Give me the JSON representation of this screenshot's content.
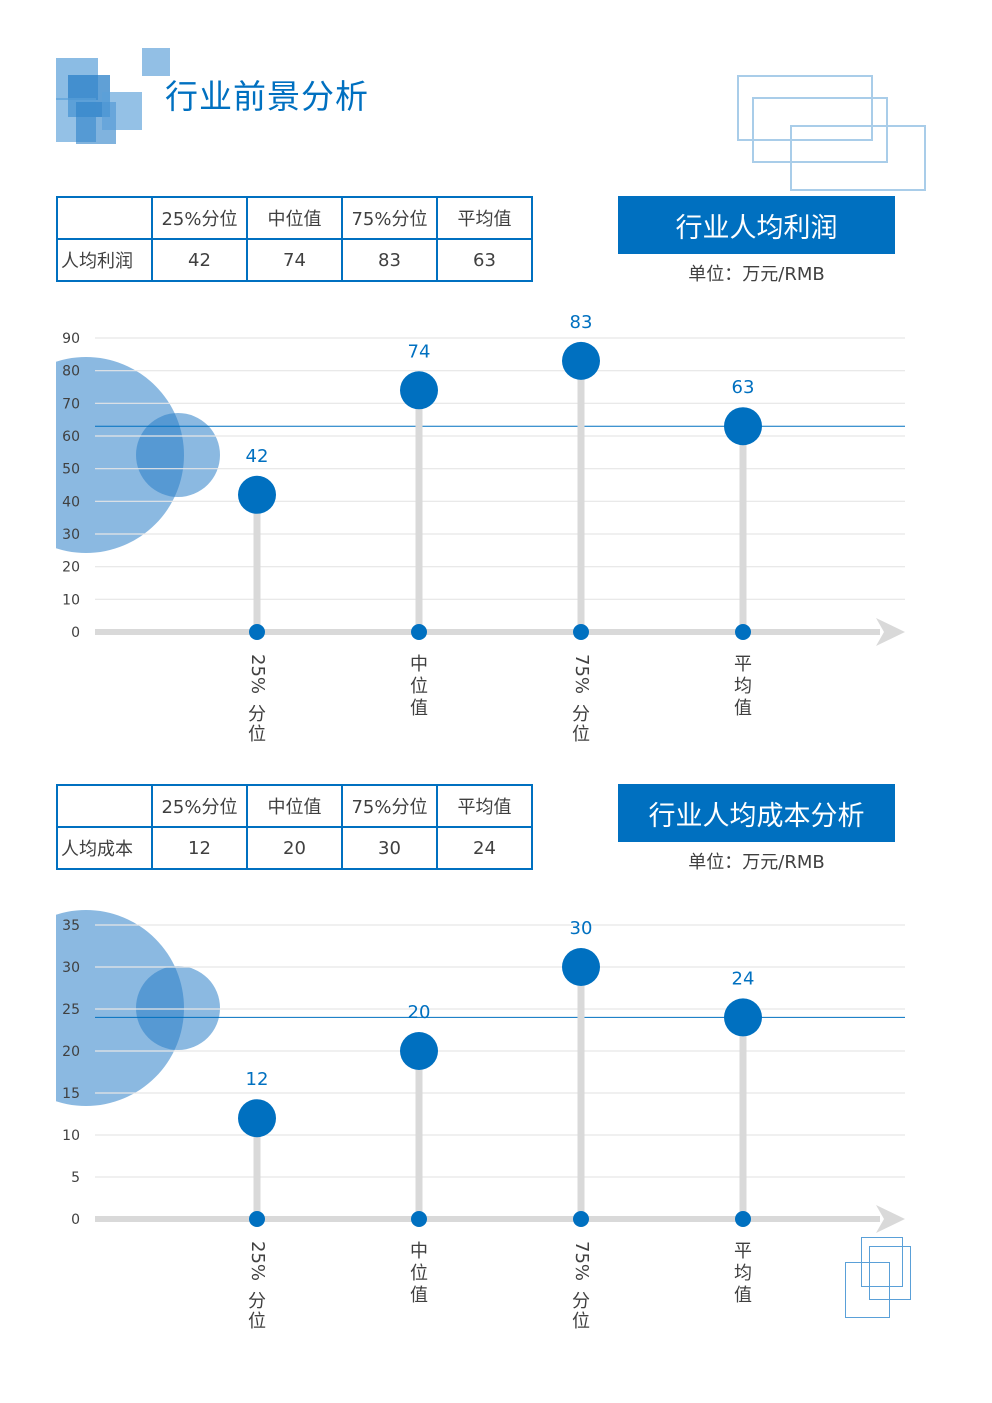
{
  "page": {
    "title": "行业前景分析"
  },
  "sections": [
    {
      "table": {
        "headers": [
          "",
          "25%分位",
          "中位值",
          "75%分位",
          "平均值"
        ],
        "row_label": "人均利润",
        "cells": [
          "42",
          "74",
          "83",
          "63"
        ]
      },
      "banner": "行业人均利润",
      "unit": "单位：万元/RMB"
    },
    {
      "table": {
        "headers": [
          "",
          "25%分位",
          "中位值",
          "75%分位",
          "平均值"
        ],
        "row_label": "人均成本",
        "cells": [
          "12",
          "20",
          "30",
          "24"
        ]
      },
      "banner": "行业人均成本分析",
      "unit": "单位：万元/RMB"
    }
  ],
  "colors": {
    "accent": "#0070c0",
    "light_accent": "#7fb4e0",
    "stem": "#d9d9d9",
    "grid": "#e6e6e6"
  },
  "chart_data": [
    {
      "type": "lollipop",
      "categories": [
        "25%分位",
        "中位值",
        "75%分位",
        "平均值"
      ],
      "values": [
        42,
        74,
        83,
        63
      ],
      "ylim": [
        0,
        90
      ],
      "yticks": [
        0,
        10,
        20,
        30,
        40,
        50,
        60,
        70,
        80,
        90
      ],
      "reference_line": 63,
      "grid": true
    },
    {
      "type": "lollipop",
      "categories": [
        "25%分位",
        "中位值",
        "75%分位",
        "平均值"
      ],
      "values": [
        12,
        20,
        30,
        24
      ],
      "ylim": [
        0,
        35
      ],
      "yticks": [
        0,
        5,
        10,
        15,
        20,
        25,
        30,
        35
      ],
      "reference_line": 24,
      "grid": true
    }
  ]
}
